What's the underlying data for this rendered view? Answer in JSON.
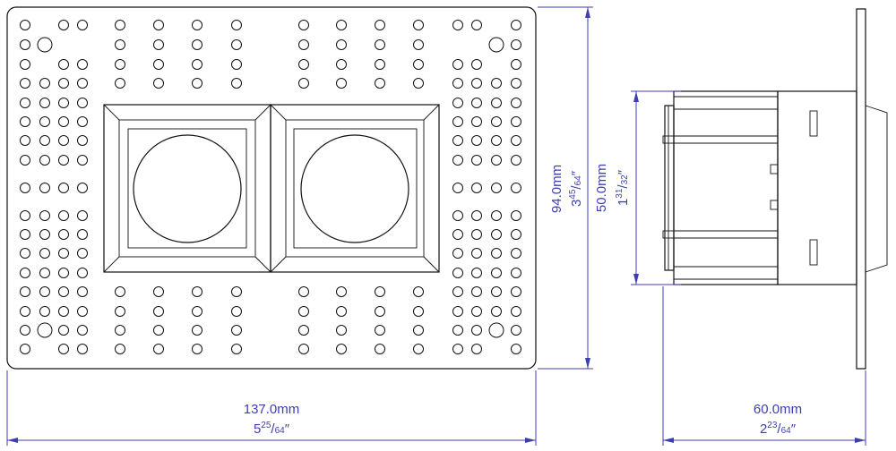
{
  "colors": {
    "line": "#111111",
    "dimension": "#3d3fb0",
    "background": "#ffffff"
  },
  "dimensions": {
    "front_width": {
      "metric": "137.0mm",
      "imperial_whole": "5",
      "imperial_num": "25",
      "imperial_den": "64",
      "inch_mark": "″"
    },
    "front_height": {
      "metric": "94.0mm",
      "imperial_whole": "3",
      "imperial_num": "45",
      "imperial_den": "64",
      "inch_mark": "″"
    },
    "side_height": {
      "metric": "50.0mm",
      "imperial_whole": "1",
      "imperial_num": "31",
      "imperial_den": "32",
      "inch_mark": "″"
    },
    "side_depth": {
      "metric": "60.0mm",
      "imperial_whole": "2",
      "imperial_num": "23",
      "imperial_den": "64",
      "inch_mark": "″"
    }
  }
}
